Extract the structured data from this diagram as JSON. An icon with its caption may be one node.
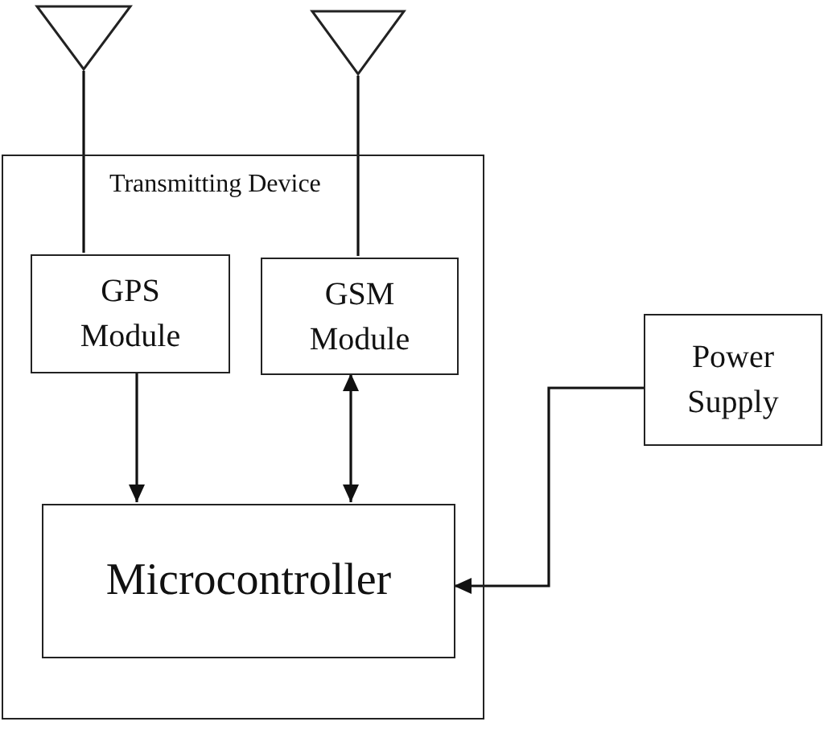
{
  "diagram": {
    "nodes": [
      {
        "text": [],
        "shape": "triangle"
      },
      {
        "text": [],
        "shape": "triangle"
      },
      {
        "text": [
          "Transmitting Device"
        ]
      },
      {
        "text": [
          "GPS Module"
        ],
        "in": 2
      },
      {
        "text": [
          "GSM Module"
        ],
        "in": 2
      },
      {
        "text": [
          "Microcontroller"
        ],
        "in": 2
      },
      {
        "text": [
          "Power Supply"
        ]
      }
    ],
    "edges": [
      {
        "from": 0,
        "to": 3,
        "arrow": "none"
      },
      {
        "from": 1,
        "to": 4,
        "arrow": "none"
      },
      {
        "from": 3,
        "to": 5,
        "arrow": "to"
      },
      {
        "from": 4,
        "to": 5,
        "arrow": "both"
      },
      {
        "from": 6,
        "to": 5,
        "arrow": "to"
      }
    ]
  }
}
